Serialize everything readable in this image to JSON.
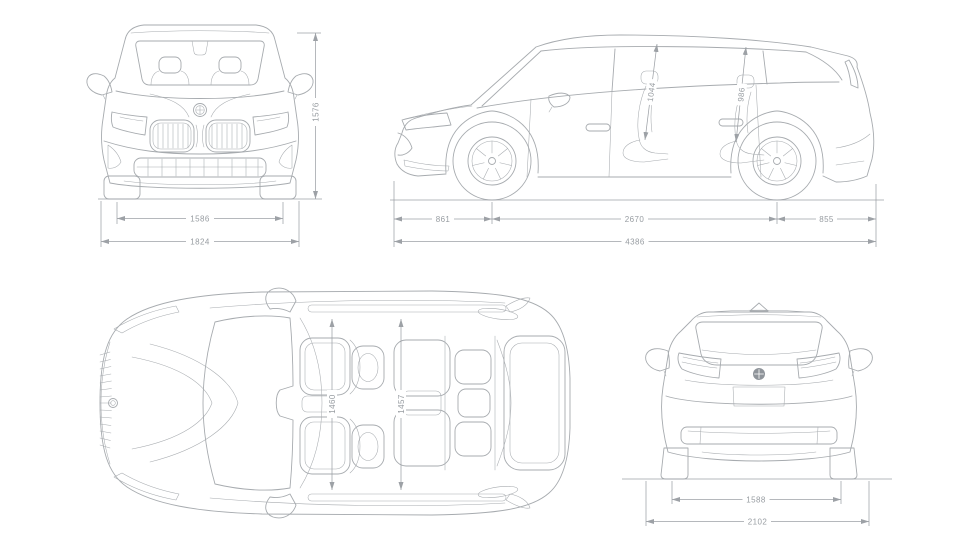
{
  "diagram_title": "vehicle-dimensions-blueprint",
  "colors": {
    "background": "#ffffff",
    "car_line": "#a7abaf",
    "dim_line": "#9da1a6",
    "dim_text": "#979ca1",
    "roundel_fill": "#8f949a"
  },
  "icons": {
    "front_logo": "bmw-roundel-icon",
    "top_logo": "bmw-roundel-icon",
    "rear_logo": "bmw-roundel-icon"
  },
  "views": {
    "front": {
      "name": "front-view",
      "dims": {
        "overall_height": "1576",
        "track_width": "1586",
        "overall_width": "1824"
      }
    },
    "side": {
      "name": "side-view",
      "dims": {
        "front_interior_height": "1044",
        "rear_interior_height": "986",
        "front_overhang": "861",
        "wheelbase": "2670",
        "rear_overhang": "855",
        "overall_length": "4386"
      }
    },
    "top": {
      "name": "top-view",
      "dims": {
        "front_interior_width": "1460",
        "rear_interior_width": "1457"
      }
    },
    "rear": {
      "name": "rear-view",
      "dims": {
        "rear_track_width": "1588",
        "overall_width_incl_mirrors": "2102"
      }
    }
  }
}
